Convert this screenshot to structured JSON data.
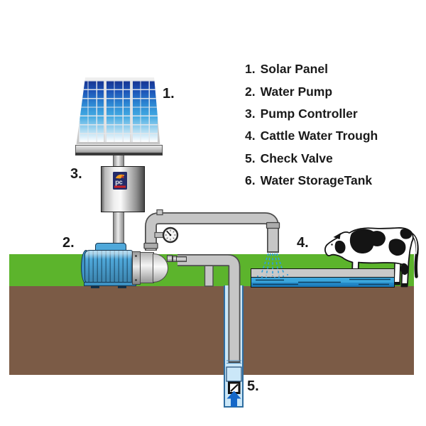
{
  "legend": {
    "items": [
      {
        "number": "1.",
        "label": "Solar Panel"
      },
      {
        "number": "2.",
        "label": "Water Pump"
      },
      {
        "number": "3.",
        "label": "Pump Controller"
      },
      {
        "number": "4.",
        "label": "Cattle Water Trough"
      },
      {
        "number": "5.",
        "label": "Check Valve"
      },
      {
        "number": "6.",
        "label": "Water StorageTank"
      }
    ]
  },
  "diagram_labels": {
    "solar_panel": "1.",
    "water_pump": "2.",
    "pump_controller": "3.",
    "cattle_water_trough": "4.",
    "check_valve": "5."
  },
  "controller_brand": "pc",
  "theme": {
    "grass": "#5CB42C",
    "soil": "#7B5B46",
    "water": "#3BA6DC",
    "water_dark": "#1E7CBB",
    "well": "#CBE7F8",
    "pump_blue": "#4FA8DA",
    "pipe": "#C6C6C6",
    "arrow": "#1467C8",
    "spray": "#2E9FDC",
    "panel_dark": "#16328F",
    "panel_mid": "#2E8BD5",
    "cow_patch": "#141414",
    "label_color": "#1A1A1A"
  }
}
